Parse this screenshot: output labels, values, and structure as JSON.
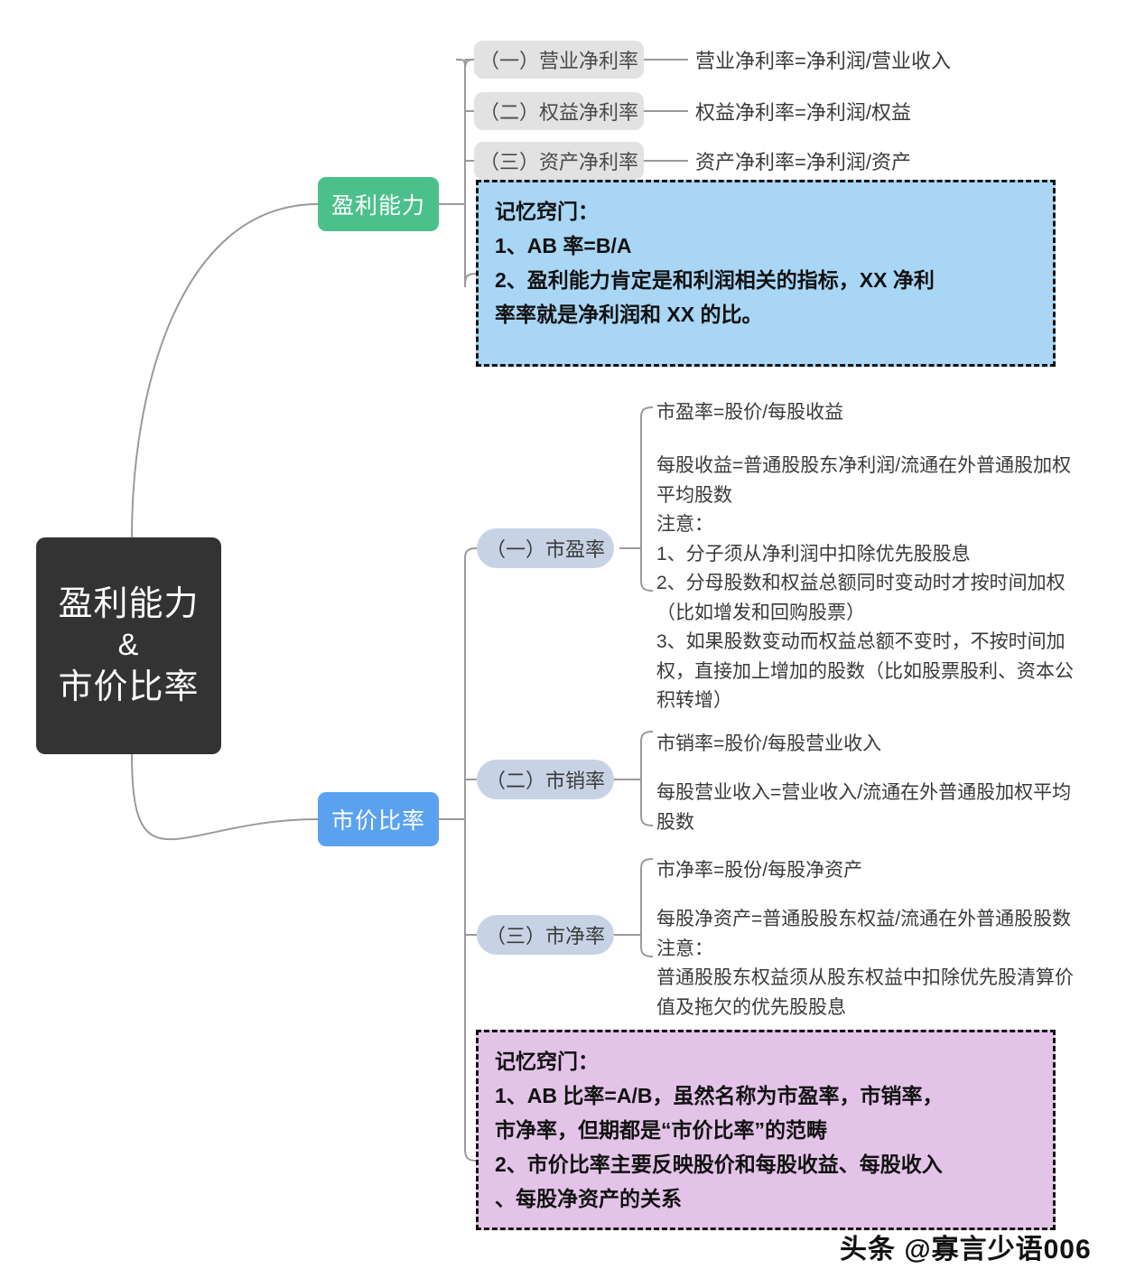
{
  "root": {
    "line1": "盈利能力",
    "amp": "&",
    "line2": "市价比率"
  },
  "branches": [
    {
      "label": "盈利能力",
      "color": "#4cc08b"
    },
    {
      "label": "市价比率",
      "color": "#5aa2f0"
    }
  ],
  "profitability": {
    "children": [
      {
        "pill": "（一）营业净利率",
        "formula": "营业净利率=净利润/营业收入"
      },
      {
        "pill": "（二）权益净利率",
        "formula": "权益净利率=净利润/权益"
      },
      {
        "pill": "（三）资产净利率",
        "formula": "资产净利率=净利润/资产"
      }
    ],
    "tip": {
      "title": "记忆窍门：",
      "line1": "1、AB 率=B/A",
      "line2": "2、盈利能力肯定是和利润相关的指标，XX 净利",
      "line3": "率率就是净利润和 XX 的比。",
      "fill": "#a9d6f5"
    }
  },
  "market_ratio": {
    "children": [
      {
        "pill": "（一）市盈率",
        "block1": "市盈率=股价/每股收益",
        "block2_lines": [
          "每股收益=普通股股东净利润/流通在外普通股加权",
          "平均股数",
          "注意：",
          "1、分子须从净利润中扣除优先股股息",
          "2、分母股数和权益总额同时变动时才按时间加权",
          "（比如增发和回购股票）",
          "3、如果股数变动而权益总额不变时，不按时间加",
          "权，直接加上增加的股数（比如股票股利、资本公",
          "积转增）"
        ]
      },
      {
        "pill": "（二）市销率",
        "block1": "市销率=股价/每股营业收入",
        "block2_lines": [
          "每股营业收入=营业收入/流通在外普通股加权平均",
          "股数"
        ]
      },
      {
        "pill": "（三）市净率",
        "block1": "市净率=股份/每股净资产",
        "block2_lines": [
          "每股净资产=普通股股东权益/流通在外普通股股数",
          "注意：",
          "普通股股东权益须从股东权益中扣除优先股清算价",
          "值及拖欠的优先股股息"
        ]
      }
    ],
    "tip": {
      "title": "记忆窍门：",
      "line1": "1、AB 比率=A/B，虽然名称为市盈率，市销率，",
      "line2": "市净率，但期都是“市价比率”的范畴",
      "line3": "2、市价比率主要反映股价和每股收益、每股收入",
      "line4": "、每股净资产的关系",
      "fill": "#e3c4e8"
    }
  },
  "watermark": "头条 @寡言少语006"
}
